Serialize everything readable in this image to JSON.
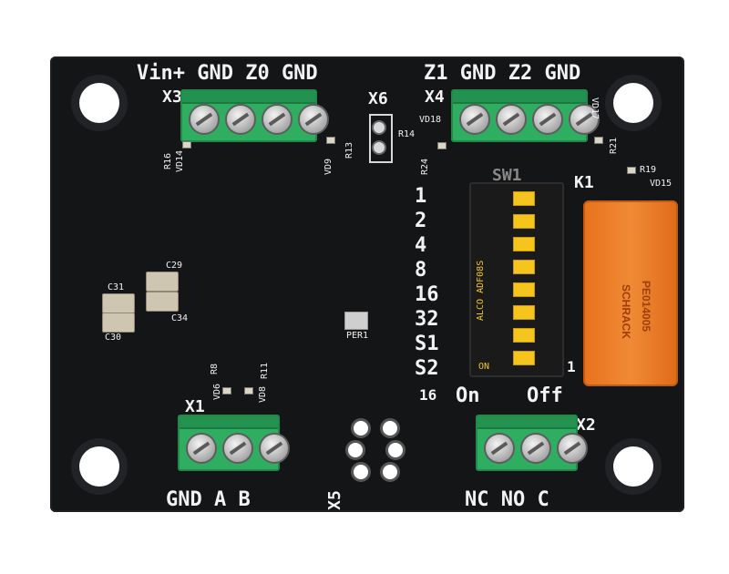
{
  "labels": {
    "top_left": "Vin+ GND Z0 GND",
    "top_right": "Z1 GND Z2 GND",
    "x1_pins": "GND A B",
    "x2_pins": "NC NO C",
    "x1": "X1",
    "x2": "X2",
    "x3": "X3",
    "x4": "X4",
    "x5": "X5",
    "x6": "X6",
    "k1": "K1",
    "sw1": "SW1",
    "per1": "PER1",
    "on": "On",
    "off": "Off",
    "dip_values": [
      "1",
      "2",
      "4",
      "8",
      "16",
      "32",
      "S1",
      "S2"
    ],
    "dip_bottom_left": "16",
    "dip_bottom_right": "1",
    "dip_brand": "ALCO ADF08S",
    "dip_on": "ON",
    "relay_brand": "SCHRACK",
    "relay_model": "PE014005",
    "components": {
      "c29": "C29",
      "c31": "C31",
      "c30": "C30",
      "c34": "C34",
      "r16": "R16",
      "vd14": "VD14",
      "vd9": "VD9",
      "r13": "R13",
      "r14": "R14",
      "r24": "R24",
      "vd18": "VD18",
      "vd17": "VD17",
      "r21": "R21",
      "r19": "R19",
      "vd15": "VD15",
      "vd6": "VD6",
      "r8": "R8",
      "vd8": "VD8",
      "r11": "R11"
    }
  },
  "colors": {
    "board": "#141517",
    "silkscreen": "#f2f2f2",
    "terminal": "#2fae62",
    "relay": "#f08a35",
    "dip_switch": "#f6c51d"
  }
}
